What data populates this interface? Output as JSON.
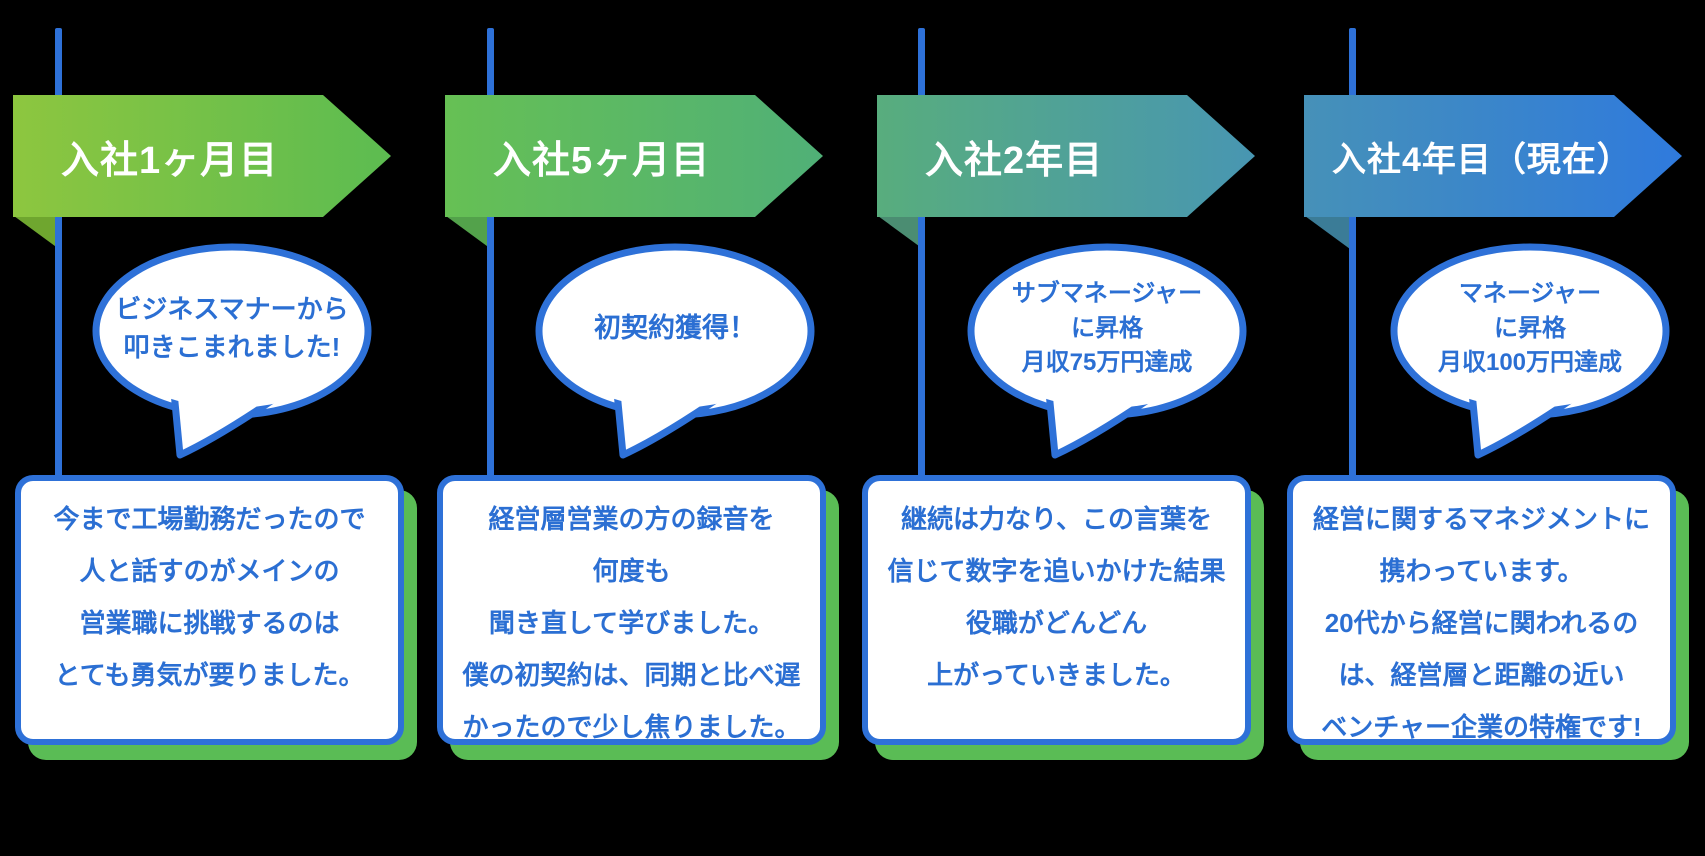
{
  "timeline": {
    "colors": {
      "accent_blue": "#2e71d8",
      "text_blue": "#2b6fd3",
      "shadow_green": "#5abc55",
      "bubble_fill": "#ffffff",
      "background": "#000000"
    },
    "milestones": [
      {
        "label": "入社1ヶ月目",
        "bubble": "ビジネスマナーから\n叩きこまれました!",
        "detail": "今まで工場勤務だったので\n人と話すのがメインの\n営業職に挑戦するのは\nとても勇気が要りました。",
        "banner_colors": [
          "#8dc63f",
          "#5cbc51"
        ],
        "fold_color": "#6fa62f"
      },
      {
        "label": "入社5ヶ月目",
        "bubble": "初契約獲得！",
        "detail": "経営層営業の方の録音を\n何度も\n聞き直して学びました。\n僕の初契約は、同期と比べ遅\nかったので少し焦りました。",
        "banner_colors": [
          "#66c054",
          "#50b077"
        ],
        "fold_color": "#53a24b"
      },
      {
        "label": "入社2年目",
        "bubble": "サブマネージャー\nに昇格\n月収75万円達成",
        "detail": "継続は力なり、この言葉を\n信じて数字を追いかけた結果\n役職がどんどん\n上がっていきました。",
        "banner_colors": [
          "#58ad7d",
          "#4896b2"
        ],
        "fold_color": "#4b8d72"
      },
      {
        "label": "入社4年目（現在）",
        "bubble": "マネージャー\nに昇格\n月収100万円達成",
        "detail": "経営に関するマネジメントに\n携わっています。\n20代から経営に関われるの\nは、経営層と距離の近い\nベンチャー企業の特権です!",
        "banner_colors": [
          "#4691b8",
          "#2f7add"
        ],
        "fold_color": "#3b7c97"
      }
    ]
  }
}
